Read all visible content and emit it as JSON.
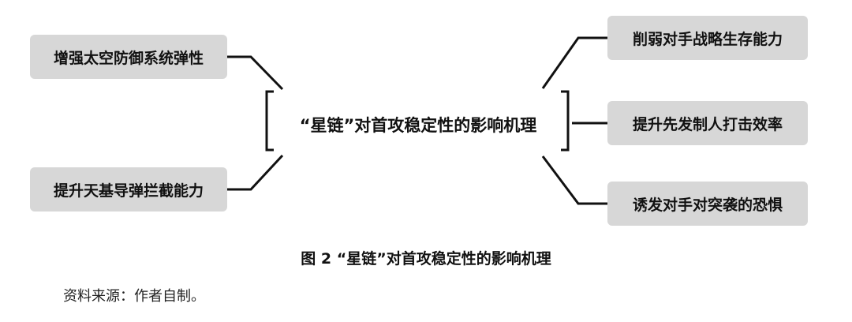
{
  "center": {
    "title": "“星链”对首攻稳定性的影响机理"
  },
  "left_nodes": [
    {
      "label": "增强太空防御系统弹性"
    },
    {
      "label": "提升天基导弹拦截能力"
    }
  ],
  "right_nodes": [
    {
      "label": "削弱对手战略生存能力"
    },
    {
      "label": "提升先发制人打击效率"
    },
    {
      "label": "诱发对手对突袭的恐惧"
    }
  ],
  "caption": "图 2 “星链”对首攻稳定性的影响机理",
  "source": "资料来源：作者自制。",
  "colors": {
    "node_fill": "#d7d7d7",
    "line": "#111111",
    "text": "#111111"
  }
}
